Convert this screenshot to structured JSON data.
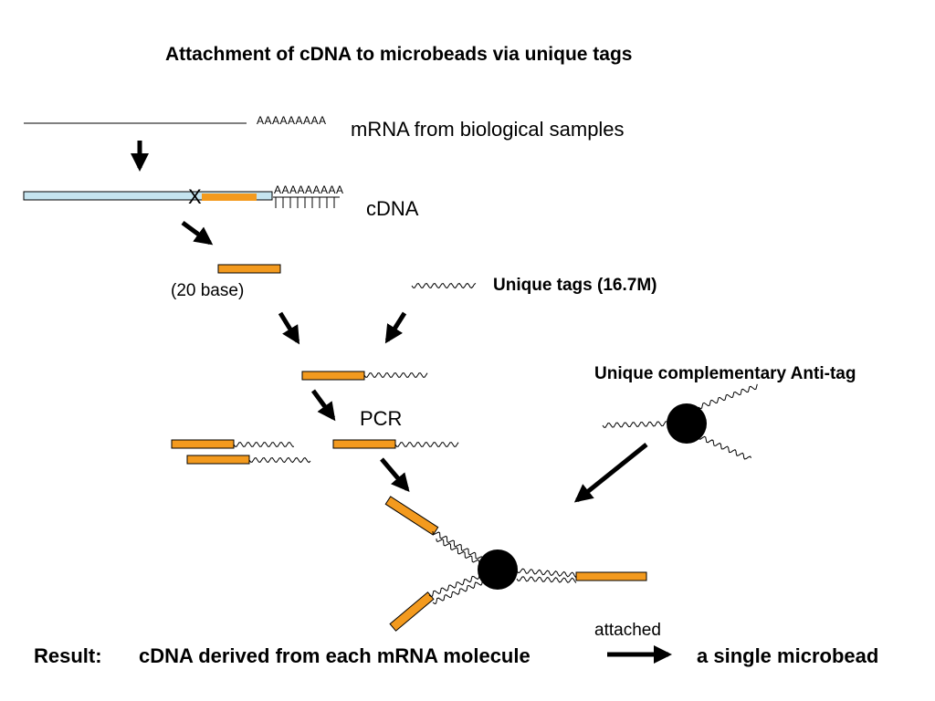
{
  "title": "Attachment of cDNA to microbeads via unique tags",
  "labels": {
    "poly_a_mrna": "AAAAAAAAA",
    "mrna": "mRNA from biological samples",
    "poly_a_cdna": "AAAAAAAAA",
    "cdna_marker": "X",
    "cdna": "cDNA",
    "base_20": "(20 base)",
    "unique_tags": "Unique tags (16.7M)",
    "anti_tag": "Unique complementary Anti-tag",
    "pcr": "PCR",
    "attached": "attached"
  },
  "result": {
    "prefix": "Result:",
    "left": "cDNA derived from each mRNA molecule",
    "right": "a single microbead"
  },
  "colors": {
    "tag_fill": "#f39a1e",
    "cdna_fill": "#c5e4ef",
    "ink": "#000000"
  }
}
